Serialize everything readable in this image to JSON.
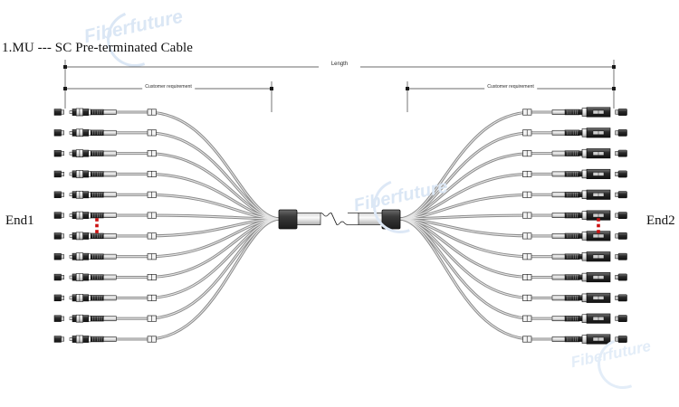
{
  "title": "1.MU --- SC Pre-terminated Cable",
  "labels": {
    "end1": "End1",
    "end2": "End2"
  },
  "dimensions": {
    "overall": "Length",
    "left_segment": "Customer requirement",
    "right_segment": "Customer requirement"
  },
  "watermark": {
    "text": "Fiberfuture",
    "color": "#dbe7f5"
  },
  "diagram": {
    "type": "fiber-optic-trunk-cable-assembly",
    "fiber_count": 12,
    "ellipsis_after_row": 6,
    "ellipsis_color": "#cc1111",
    "end1": {
      "connector_type": "MU",
      "count": 12,
      "has_dust_caps": true
    },
    "end2": {
      "connector_type": "SC",
      "count": 12,
      "has_dust_caps": true
    },
    "trunk": {
      "break_symbol": "zigzag",
      "furcation_blocks": 2
    },
    "colors": {
      "outline": "#1a1a1a",
      "cable_fill": "#b8b8b8",
      "cable_light": "#d8d8d8",
      "body_dark": "#2e2e2e",
      "body_mid": "#6e6e6e",
      "body_light": "#e8e8e8",
      "background": "#ffffff"
    }
  }
}
